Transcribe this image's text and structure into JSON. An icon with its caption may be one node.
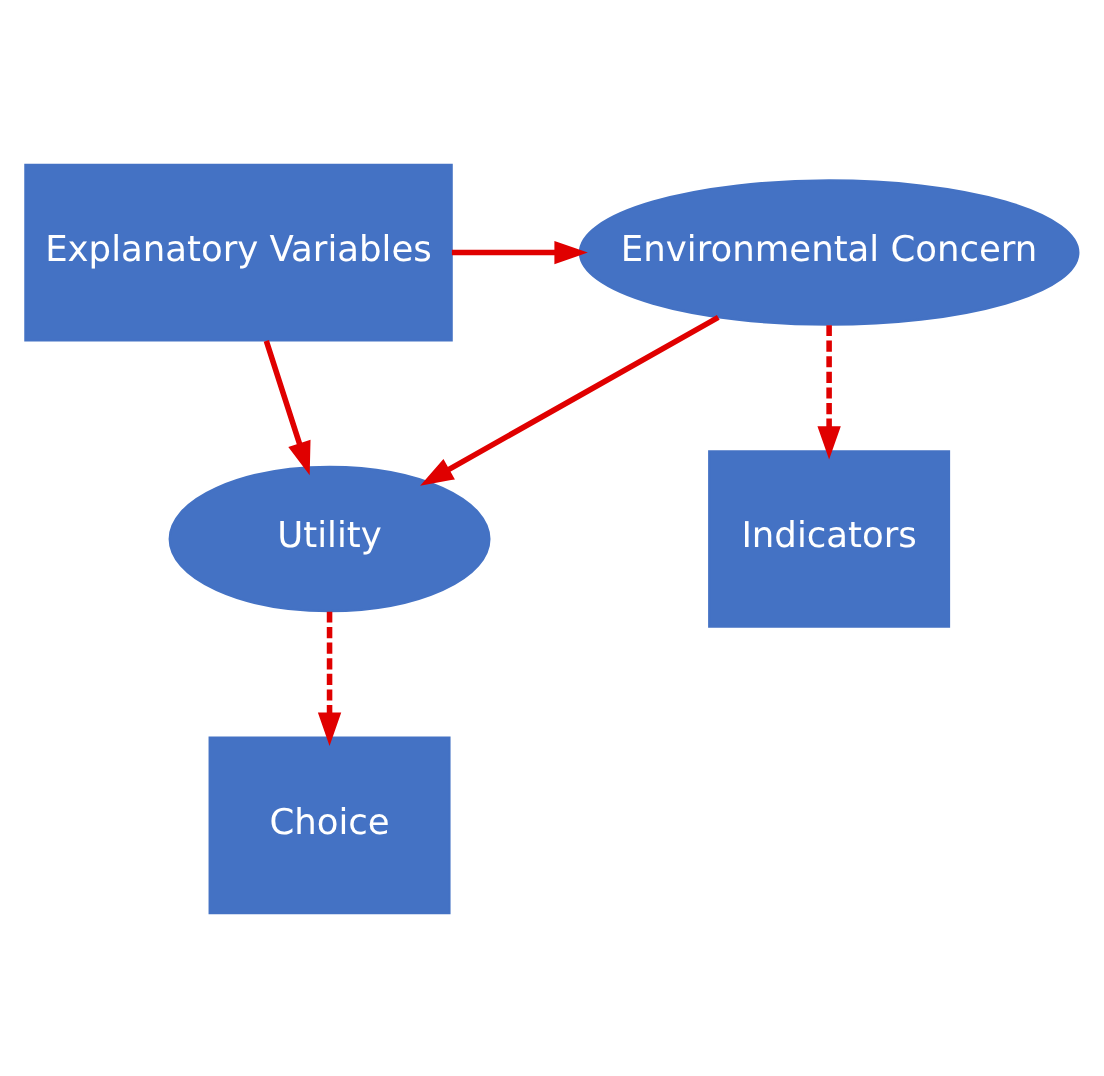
{
  "diagram": {
    "nodes": [
      {
        "text": [
          "Explanatory Variables"
        ]
      },
      {
        "text": [
          "Environmental Concern"
        ]
      },
      {
        "text": [
          "Utility"
        ]
      },
      {
        "text": [
          "Indicators"
        ]
      },
      {
        "text": [
          "Choice"
        ]
      }
    ],
    "edges": [
      {
        "from": 0,
        "to": 1,
        "arrow": "to"
      },
      {
        "from": 0,
        "to": 2,
        "arrow": "to"
      },
      {
        "from": 1,
        "to": 2,
        "arrow": "to"
      },
      {
        "from": 1,
        "to": 3,
        "arrow": "to",
        "style": "dashed"
      },
      {
        "from": 2,
        "to": 4,
        "arrow": "to",
        "style": "dashed"
      }
    ]
  }
}
